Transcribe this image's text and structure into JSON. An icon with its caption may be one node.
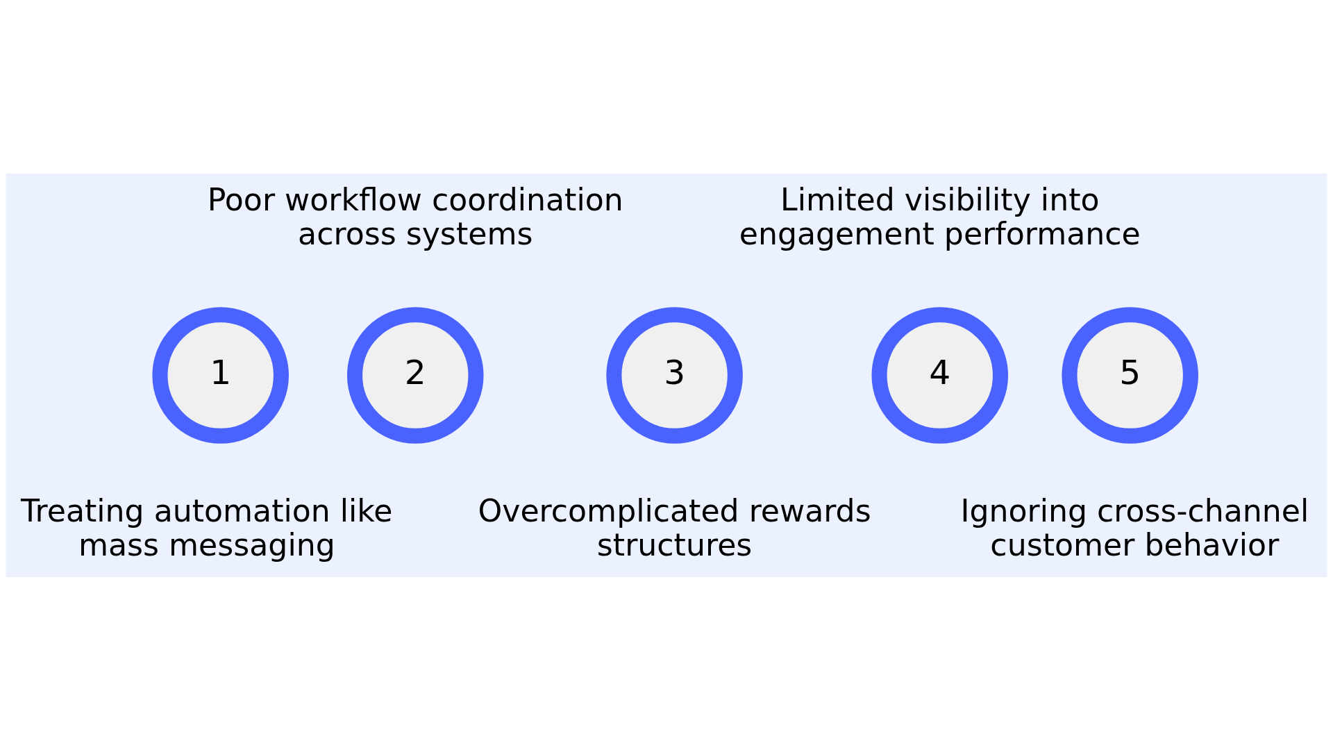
{
  "diagram": {
    "nodes": [
      {
        "text": [
          "1"
        ],
        "beside": [
          "Treating automation like mass messaging"
        ]
      },
      {
        "text": [
          "2"
        ],
        "beside": [
          "Poor workflow coordination across systems"
        ]
      },
      {
        "text": [
          "3"
        ],
        "beside": [
          "Overcomplicated rewards structures"
        ]
      },
      {
        "text": [
          "4"
        ],
        "beside": [
          "Limited visibility into engagement performance"
        ]
      },
      {
        "text": [
          "5"
        ],
        "beside": [
          "Ignoring cross-channel customer behavior"
        ]
      }
    ]
  }
}
